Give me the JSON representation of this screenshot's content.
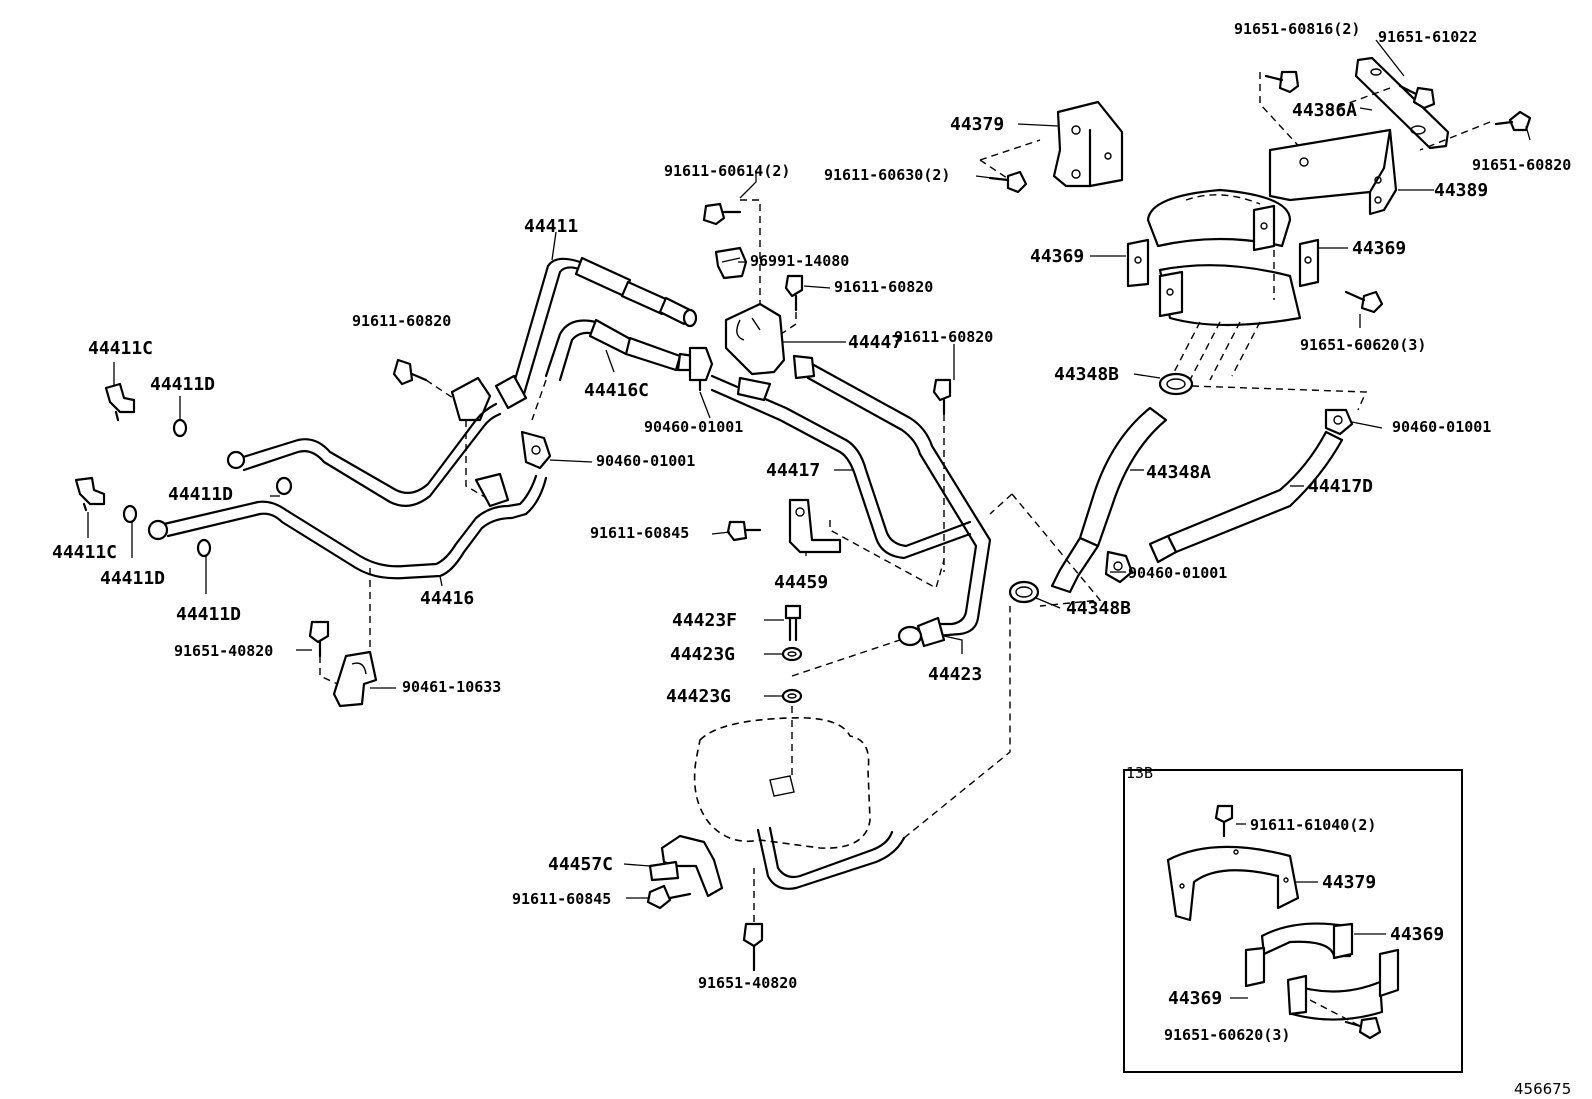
{
  "diagram_id": "456675",
  "inset": {
    "title": "13B"
  },
  "labels": {
    "p_91651_60816": "91651-60816(2)",
    "p_91651_61022": "91651-61022",
    "p_44386A": "44386A",
    "p_91651_60820_tr": "91651-60820",
    "p_44379": "44379",
    "p_91611_60630": "91611-60630(2)",
    "p_44389": "44389",
    "p_91611_60614": "91611-60614(2)",
    "p_44411": "44411",
    "p_96991_14080": "96991-14080",
    "p_91611_60820_a": "91611-60820",
    "p_44369_l": "44369",
    "p_44369_r": "44369",
    "p_91611_60820_b": "91611-60820",
    "p_44447": "44447",
    "p_91611_60820_c": "91611-60820",
    "p_44411C_a": "44411C",
    "p_44411D_a": "44411D",
    "p_44416C": "44416C",
    "p_91651_60620": "91651-60620(3)",
    "p_44348B_a": "44348B",
    "p_90460_01001_a": "90460-01001",
    "p_90460_01001_r": "90460-01001",
    "p_90460_01001_b": "90460-01001",
    "p_44348A": "44348A",
    "p_44417": "44417",
    "p_44417D": "44417D",
    "p_44411D_b": "44411D",
    "p_44411C_b": "44411C",
    "p_44411D_c": "44411D",
    "p_91611_60845_a": "91611-60845",
    "p_90460_01001_c": "90460-01001",
    "p_44459": "44459",
    "p_44416": "44416",
    "p_44348B_b": "44348B",
    "p_44411D_d": "44411D",
    "p_44423F": "44423F",
    "p_91651_40820_a": "91651-40820",
    "p_44423G_a": "44423G",
    "p_44423": "44423",
    "p_90461_10633": "90461-10633",
    "p_44423G_b": "44423G",
    "p_44457C": "44457C",
    "p_91611_60845_b": "91611-60845",
    "p_91651_40820_b": "91651-40820",
    "p_in_91611_61040": "91611-61040(2)",
    "p_in_44379": "44379",
    "p_in_44369_a": "44369",
    "p_in_44369_b": "44369",
    "p_in_91651_60620": "91651-60620(3)"
  }
}
